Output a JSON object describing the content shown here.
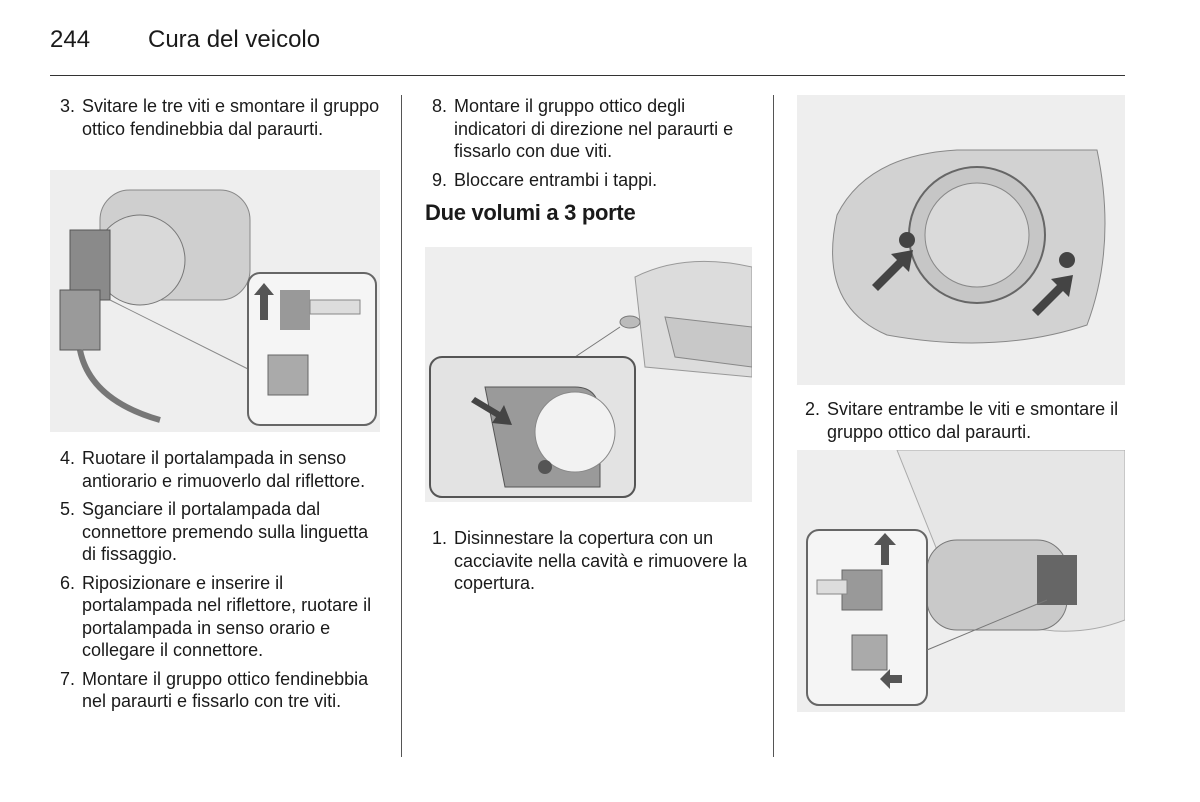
{
  "header": {
    "page_number": "244",
    "title": "Cura del veicolo"
  },
  "col1": {
    "step3": {
      "n": "3.",
      "text": "Svitare le tre viti e smontare il gruppo ottico fendinebbia dal paraurti."
    },
    "steps": [
      {
        "n": "4.",
        "text": "Ruotare il portalampada in senso antiorario e rimuoverlo dal riflettore."
      },
      {
        "n": "5.",
        "text": "Sganciare il portalampada dal connettore premendo sulla linguetta di fissaggio."
      },
      {
        "n": "6.",
        "text": "Riposizionare e inserire il portalampada nel riflettore, ruotare il portalampada in senso orario e collegare il connettore."
      },
      {
        "n": "7.",
        "text": "Montare il gruppo ottico fendinebbia nel paraurti e fissarlo con tre viti."
      }
    ]
  },
  "col2": {
    "steps": [
      {
        "n": "8.",
        "text": "Montare il gruppo ottico degli indicatori di direzione nel paraurti e fissarlo con due viti."
      },
      {
        "n": "9.",
        "text": "Bloccare entrambi i tappi."
      }
    ],
    "heading": "Due volumi a 3 porte",
    "step1": {
      "n": "1.",
      "text": "Disinnestare la copertura con un cacciavite nella cavità e rimuovere la copertura."
    }
  },
  "col3": {
    "step2": {
      "n": "2.",
      "text": "Svitare entrambe le viti e smontare il gruppo ottico dal paraurti."
    }
  }
}
